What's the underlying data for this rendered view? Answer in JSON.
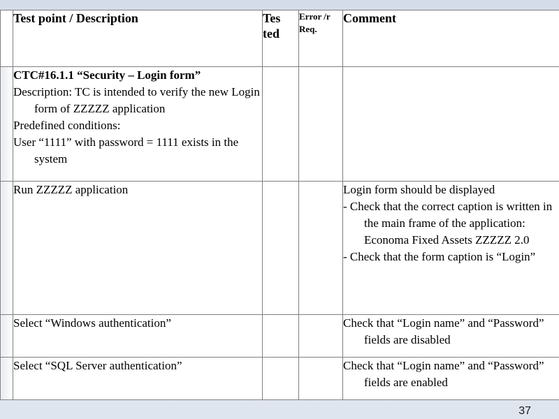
{
  "table": {
    "headers": {
      "description": "Test point / Description",
      "tested": "Tes ted",
      "error": "Error /r Req.",
      "comment": "Comment"
    },
    "rows": [
      {
        "description_title": "CTC#16.1.1  “Security – Login form”",
        "description_lines": [
          "Description: TC is intended to verify the new Login form of ZZZZZ application",
          "Predefined conditions:",
          "User “1111” with password = 1111 exists in the system"
        ],
        "tested": "",
        "error": "",
        "comment_lines": []
      },
      {
        "description_title": "",
        "description_lines": [
          "Run ZZZZZ  application"
        ],
        "tested": "",
        "error": "",
        "comment_lines": [
          "Login form should be displayed",
          "- Check that the correct caption is written in the main frame of the application: Economa Fixed Assets ZZZZZ  2.0",
          "- Check that the form caption is “Login”"
        ]
      },
      {
        "description_title": "",
        "description_lines": [
          "Select “Windows authentication”"
        ],
        "tested": "",
        "error": "",
        "comment_lines": [
          "Check that “Login name” and “Password” fields are disabled"
        ]
      },
      {
        "description_title": "",
        "description_lines": [
          "Select “SQL Server authentication”"
        ],
        "tested": "",
        "error": "",
        "comment_lines": [
          "Check that “Login name” and “Password” fields are enabled"
        ]
      }
    ]
  },
  "slide": {
    "page_number": "37"
  }
}
